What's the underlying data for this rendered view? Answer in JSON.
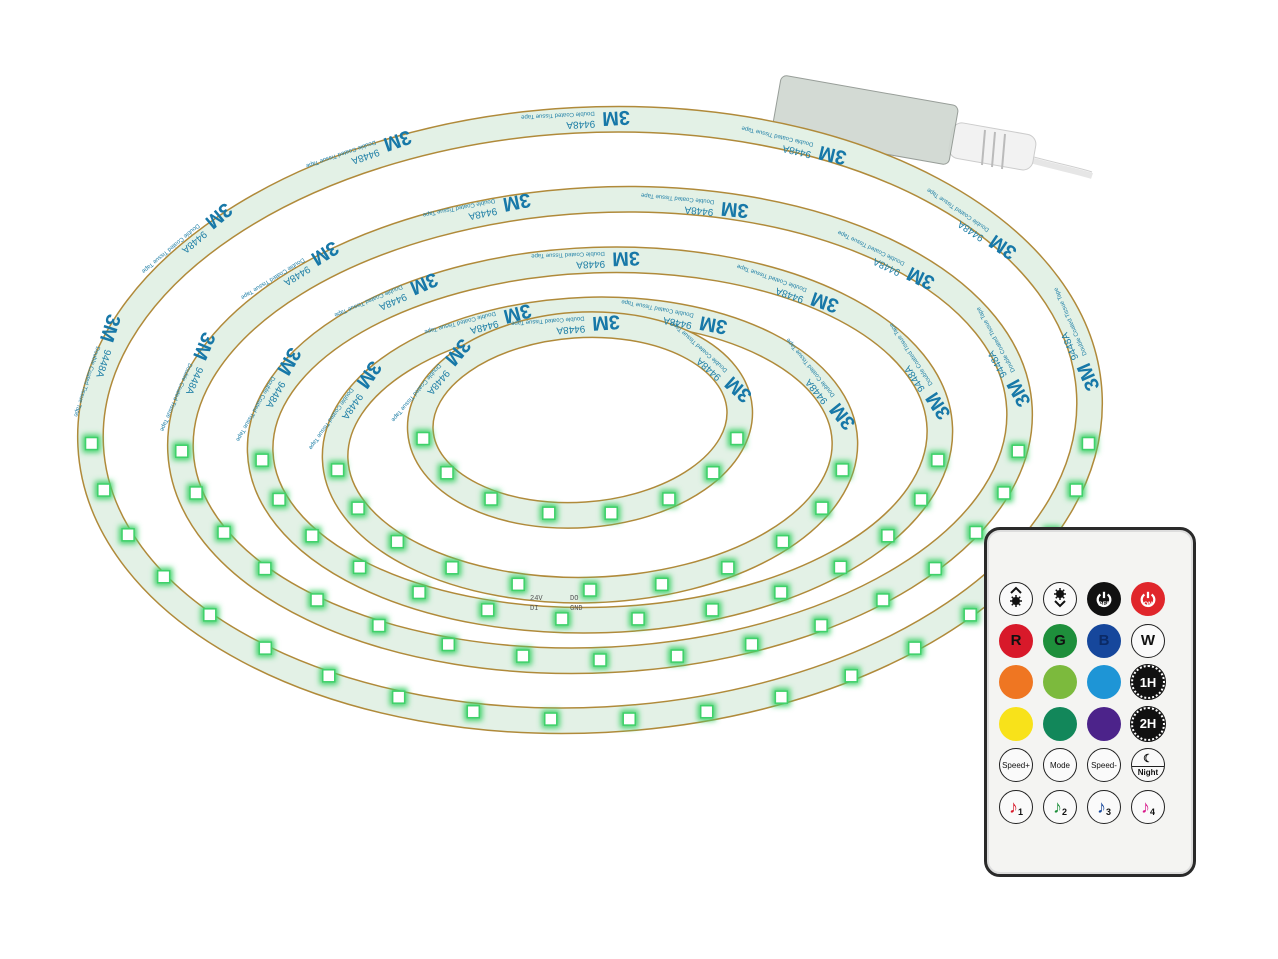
{
  "scene": {
    "subject": "RGB LED strip coil with remote control",
    "background_color": "#ffffff"
  },
  "strip": {
    "tape_brand": "3M",
    "tape_model": "9448A",
    "tape_description": "Double Coated Tissue Tape",
    "pcb_markings": [
      "24V",
      "DO",
      "DI",
      "GND"
    ],
    "colors": {
      "tape": "#e3f1e6",
      "print": "#1778a8",
      "led_glow": "#3fd16a",
      "pcb": "#eef3ee",
      "pcb_edge": "#b08a3a"
    }
  },
  "connector": {
    "icon": "plug-connector-icon",
    "cable_color": "#f0f0f0"
  },
  "remote": {
    "colors": {
      "body": "#f4f4f2",
      "frame": "#2a2a2a"
    },
    "rows": [
      [
        {
          "id": "brightness-up",
          "icon": "brightness-up-icon",
          "label": "",
          "color": "#fafafa"
        },
        {
          "id": "brightness-down",
          "icon": "brightness-down-icon",
          "label": "",
          "color": "#fafafa"
        },
        {
          "id": "power-off",
          "icon": "power-icon",
          "label": "OFF",
          "color": "#111111"
        },
        {
          "id": "power-on",
          "icon": "power-icon",
          "label": "ON",
          "color": "#e0262b"
        }
      ],
      [
        {
          "id": "red",
          "label": "R",
          "color": "#d8192a"
        },
        {
          "id": "green",
          "label": "G",
          "color": "#1e8f3b"
        },
        {
          "id": "blue",
          "label": "B",
          "color": "#16479c"
        },
        {
          "id": "white",
          "label": "W",
          "color": "#fafafa"
        }
      ],
      [
        {
          "id": "orange",
          "label": "",
          "color": "#ef7622"
        },
        {
          "id": "light-green",
          "label": "",
          "color": "#7cba3d"
        },
        {
          "id": "light-blue",
          "label": "",
          "color": "#1e95d6"
        },
        {
          "id": "timer-1h",
          "label": "1H",
          "color": "#111111"
        }
      ],
      [
        {
          "id": "yellow",
          "label": "",
          "color": "#f8e21a"
        },
        {
          "id": "teal-green",
          "label": "",
          "color": "#12875a"
        },
        {
          "id": "purple",
          "label": "",
          "color": "#4c238a"
        },
        {
          "id": "timer-2h",
          "label": "2H",
          "color": "#111111"
        }
      ],
      [
        {
          "id": "speed-up",
          "label": "Speed+",
          "color": "#fafafa"
        },
        {
          "id": "mode",
          "label": "Mode",
          "color": "#fafafa"
        },
        {
          "id": "speed-down",
          "label": "Speed-",
          "color": "#fafafa"
        },
        {
          "id": "night",
          "icon": "moon-icon",
          "label": "Night",
          "color": "#fafafa"
        }
      ],
      [
        {
          "id": "music-1",
          "icon": "music-note-icon",
          "label": "1",
          "note_color": "#d8192a"
        },
        {
          "id": "music-2",
          "icon": "music-note-icon",
          "label": "2",
          "note_color": "#1e8f3b"
        },
        {
          "id": "music-3",
          "icon": "music-note-icon",
          "label": "3",
          "note_color": "#16479c"
        },
        {
          "id": "music-4",
          "icon": "music-note-icon",
          "label": "4",
          "note_color": "#d8198a"
        }
      ]
    ]
  }
}
